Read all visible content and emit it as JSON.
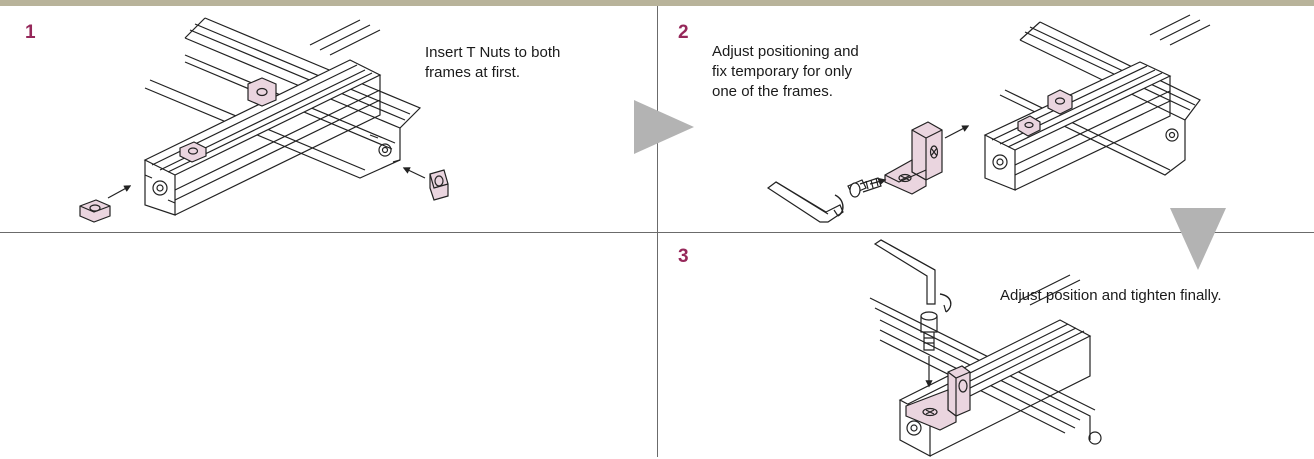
{
  "steps": [
    {
      "number": "1",
      "caption_lines": [
        "Insert T Nuts to both",
        "frames at first."
      ]
    },
    {
      "number": "2",
      "caption_lines": [
        "Adjust positioning and",
        "fix temporary for only",
        "one of the frames."
      ]
    },
    {
      "number": "3",
      "caption_lines": [
        "Adjust position and tighten finally."
      ]
    }
  ],
  "colors": {
    "step_number": "#96285a",
    "part_fill": "#ead5df",
    "flow_arrow": "#b3b3b3",
    "divider": "#6b6b6b",
    "top_band": "#b8b39a"
  },
  "icons": [
    "t-nut-icon",
    "aluminum-frame-icon",
    "hex-wrench-icon",
    "cap-screw-icon",
    "l-bracket-icon",
    "flow-arrow-icon"
  ]
}
